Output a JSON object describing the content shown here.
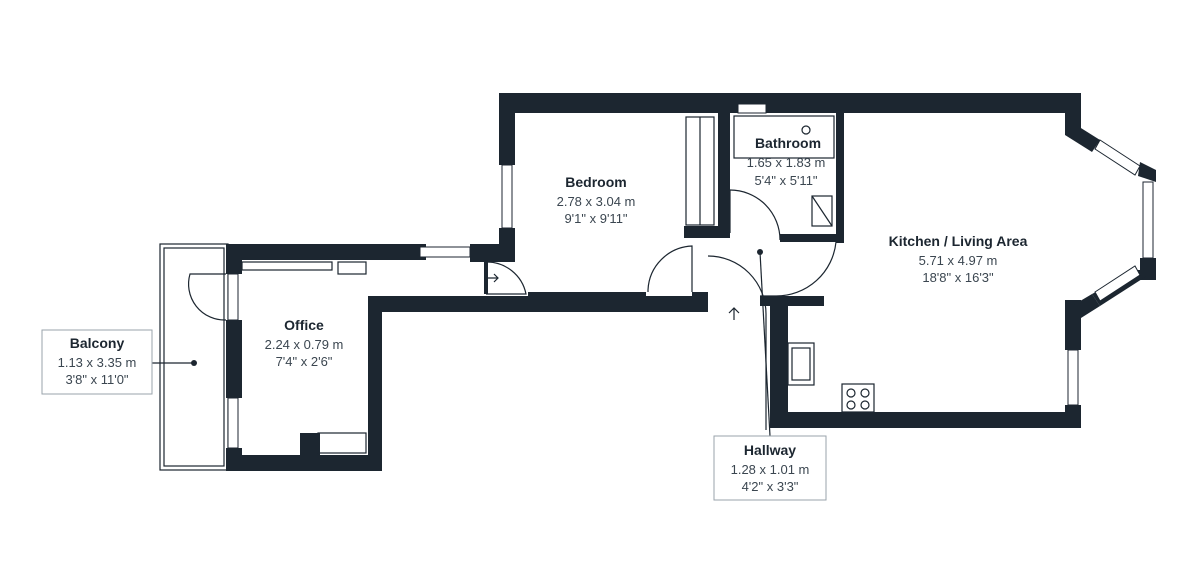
{
  "rooms": [
    {
      "id": "bedroom",
      "name": "Bedroom",
      "metric": "2.78 x 3.04 m",
      "imperial": "9'1\" x 9'11\""
    },
    {
      "id": "bathroom",
      "name": "Bathroom",
      "metric": "1.65 x 1.83 m",
      "imperial": "5'4\" x 5'11\""
    },
    {
      "id": "kitchen",
      "name": "Kitchen / Living Area",
      "metric": "5.71 x 4.97 m",
      "imperial": "18'8\" x 16'3\""
    },
    {
      "id": "office",
      "name": "Office",
      "metric": "2.24 x 0.79 m",
      "imperial": "7'4\" x 2'6\""
    },
    {
      "id": "balcony",
      "name": "Balcony",
      "metric": "1.13 x 3.35 m",
      "imperial": "3'8\" x 11'0\""
    },
    {
      "id": "hallway",
      "name": "Hallway",
      "metric": "1.28 x 1.01 m",
      "imperial": "4'2\" x 3'3\""
    }
  ],
  "colors": {
    "wall": "#1c2630",
    "text": "#1c2630",
    "label_border": "#9aa3ab"
  },
  "icons": [
    "entrance-arrow-icon",
    "sink-icon",
    "hob-icon",
    "toilet-icon",
    "shower-icon"
  ]
}
